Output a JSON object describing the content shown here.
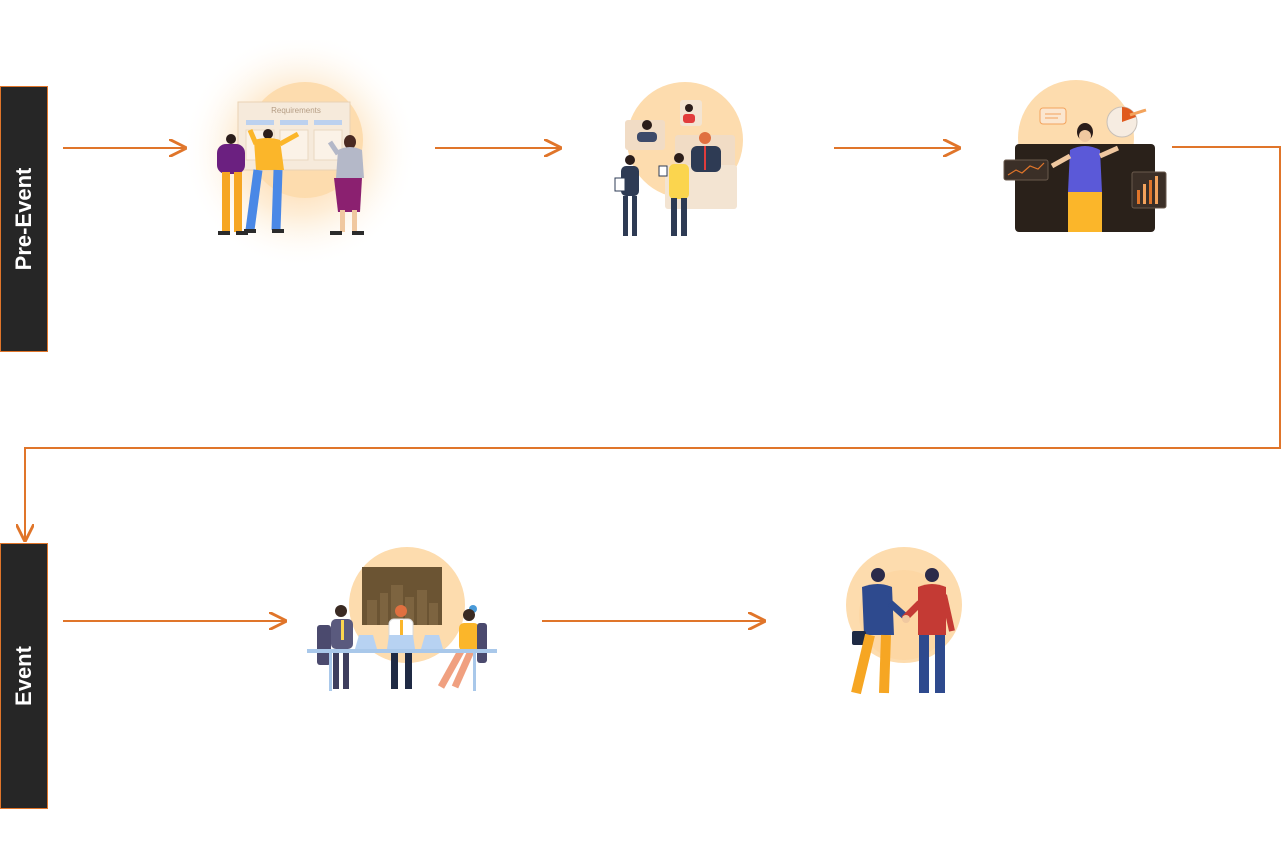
{
  "phases": {
    "pre_event": {
      "label": "Pre-Event"
    },
    "event": {
      "label": "Event"
    }
  },
  "steps": {
    "requirements_board": {
      "board_text": "Requirements",
      "icon": "team-requirements-icon"
    },
    "team_meeting": {
      "icon": "video-meeting-icon"
    },
    "presentation": {
      "icon": "analytics-presentation-icon"
    },
    "conference": {
      "icon": "conference-table-icon"
    },
    "handshake": {
      "icon": "handshake-icon"
    }
  },
  "colors": {
    "accent": "#e0752a",
    "label_bg": "#262626",
    "glow": "#fde2bd"
  }
}
